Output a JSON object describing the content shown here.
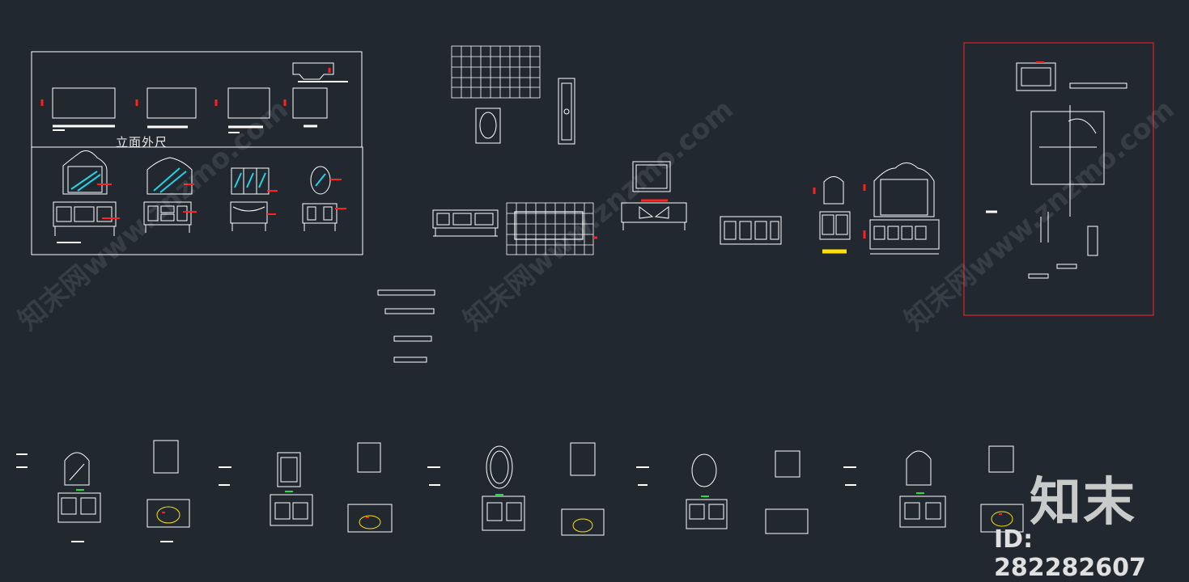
{
  "drawing": {
    "section_title": "立面外尺",
    "colors": {
      "background": "#212830",
      "line": "#ffffff",
      "accent_red": "#ff2020",
      "accent_cyan": "#22d3e6",
      "accent_yellow": "#ffe000",
      "accent_green": "#22dd44"
    }
  },
  "watermark": {
    "logo_text": "知末",
    "id_text": "ID: 282282607",
    "diagonal_texts": [
      "知末网www.znzmo.com",
      "知末网www.znzmo.com",
      "知末网www.znzmo.com"
    ]
  }
}
